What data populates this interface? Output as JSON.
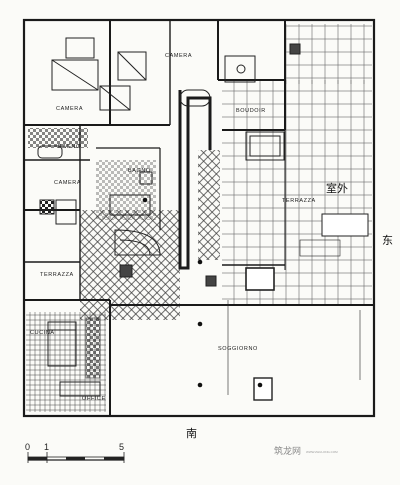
{
  "rooms": {
    "camera_top": "CAMERA",
    "camera_left": "CAMERA",
    "bagno_top": "BAGNO",
    "camera_mid": "CAMERA",
    "boudoir": "BOUDOIR",
    "bagno_mid": "BAGNO",
    "terrazza_right": "TERRAZZA",
    "terrazza_left": "TERRAZZA",
    "cucina": "CUCINA",
    "soggiorno": "SOGGIORNO",
    "office": "OFFICE"
  },
  "annotations": {
    "outside": "室外",
    "east": "东",
    "south": "南"
  },
  "scale": {
    "zero": "0",
    "one": "1",
    "five": "5"
  },
  "watermark": {
    "logo": "筑龙网",
    "url": "WWW.ZHULONG.COM"
  },
  "colors": {
    "ink": "#1a1a1a",
    "paper": "#fbfbf8",
    "grid": "#555555"
  }
}
